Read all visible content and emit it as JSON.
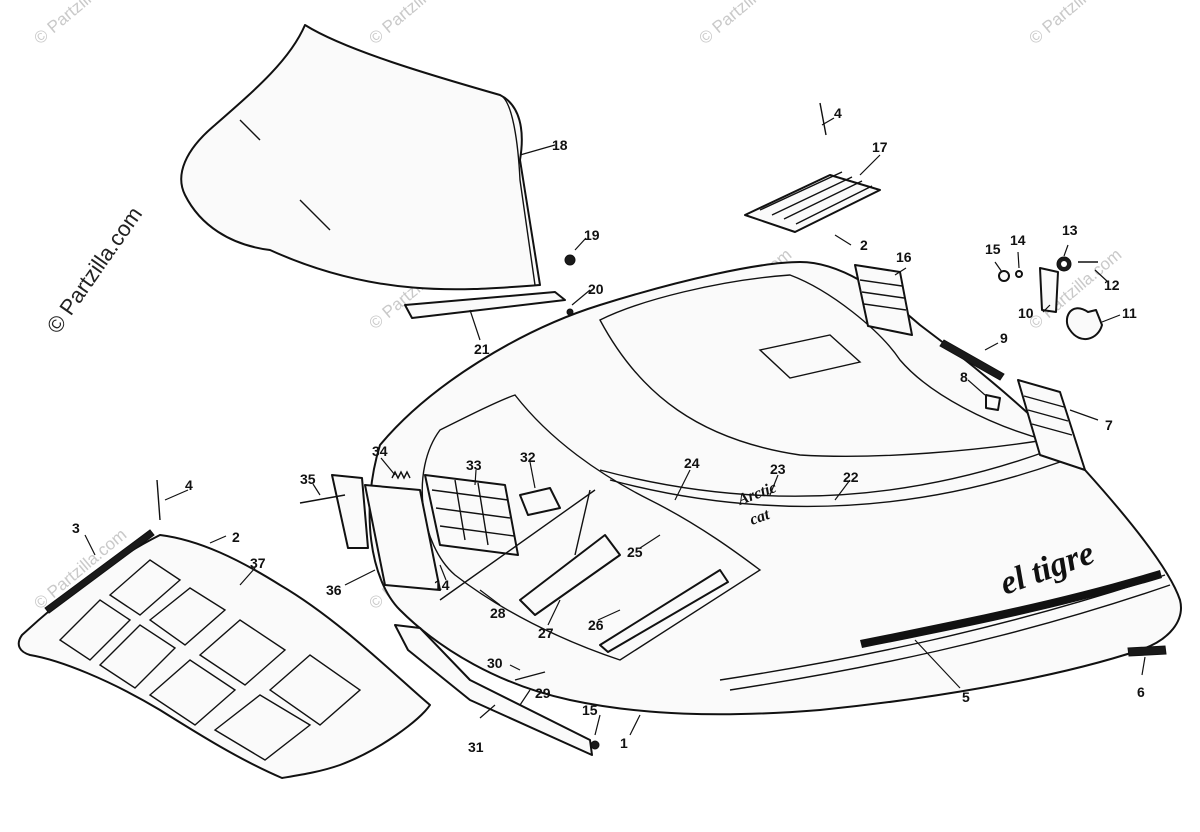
{
  "credit": "© Partzilla.com",
  "watermark": "© Partzilla.com",
  "decals": {
    "hood_side": "el tigre",
    "panel_line1": "Arctic",
    "panel_line2": "cat"
  },
  "callouts": [
    "1",
    "2",
    "2",
    "3",
    "4",
    "4",
    "5",
    "6",
    "7",
    "8",
    "9",
    "10",
    "11",
    "12",
    "13",
    "14",
    "14",
    "15",
    "15",
    "16",
    "17",
    "18",
    "19",
    "20",
    "21",
    "22",
    "23",
    "24",
    "25",
    "26",
    "27",
    "28",
    "29",
    "30",
    "31",
    "32",
    "33",
    "34",
    "35",
    "36",
    "37"
  ]
}
